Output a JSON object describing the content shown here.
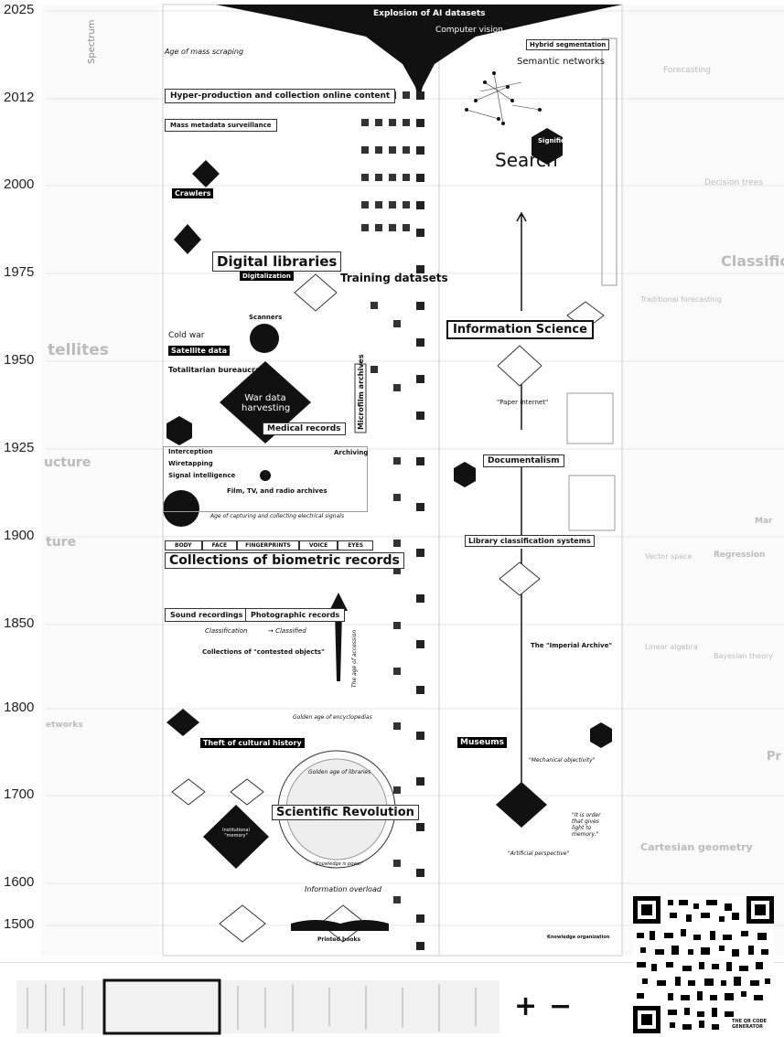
{
  "years": [
    "2025",
    "2012",
    "2000",
    "1975",
    "1950",
    "1925",
    "1900",
    "1850",
    "1800",
    "1700",
    "1600",
    "1500"
  ],
  "top": {
    "title": "Explosion of AI datasets",
    "cv": "Computer vision",
    "mass_scraping": "Age of mass scraping",
    "hybrid": "Hybrid segmentation",
    "semantic": "Semantic networks",
    "search": "Search",
    "signifiers": "Signifiers"
  },
  "boxes": {
    "hyper": "Hyper-production and collection online content",
    "metadata": "Mass metadata surveillance",
    "crawlers": "Crawlers",
    "digital_libraries": "Digital libraries",
    "digitalization": "Digitalization",
    "training": "Training datasets",
    "info_science": "Information Science",
    "scanners": "Scanners",
    "cold_war": "Cold war",
    "satellite": "Satellite data",
    "totalitarian": "Totalitarian bureaucracy",
    "war_data": "War data harvesting",
    "medical": "Medical records",
    "microfilm": "Microfilm archives",
    "interception": "Interception",
    "wiretapping": "Wiretapping",
    "signal": "Signal intelligence",
    "archiving": "Archiving",
    "film": "Film, TV, and radio archives",
    "age_capturing": "Age of capturing and collecting electrical signals",
    "documentalism": "Documentalism",
    "paper_internet": "\"Paper internet\"",
    "biometric": "Collections of biometric records",
    "bio_cats": [
      "BODY",
      "FACE",
      "FINGERPRINTS",
      "VOICE",
      "EYES"
    ],
    "library_class": "Library classification systems",
    "sound": "Sound recordings",
    "photo": "Photographic records",
    "classification": "Classification",
    "classified": "→ Classified",
    "contested": "Collections of \"contested objects\"",
    "age_accession": "The age of accession",
    "imperial": "The \"Imperial Archive\"",
    "theft": "Theft of cultural history",
    "golden_encyc": "Golden age of encyclopedias",
    "museums": "Museums",
    "golden_lib": "Golden age of libraries",
    "sci_rev": "Scientific Revolution",
    "knowledge_power": "\"Knowledge is power\"",
    "info_overload": "Information overload",
    "printed": "Printed books",
    "artificial": "\"Artificial perspective\"",
    "mechanical": "\"Mechanical objectivity\"",
    "memory": "\"It is order that gives light to memory.\"",
    "institutional": "Institutional \"memory\"",
    "knowledge_org": "Knowledge organization"
  },
  "side": {
    "spectrum": "Spectrum",
    "satellites": "tellites",
    "structure": "ucture",
    "ture": "ture",
    "networks": "etworks",
    "forecasting": "Forecasting",
    "decision_trees": "Decision trees",
    "classification_right": "Classificat",
    "traditional": "Traditional forecasting",
    "vector": "Vector space",
    "regression": "Regression",
    "linear": "Linear algebra",
    "bayesian": "Bayesian theory",
    "cartesian": "Cartesian geometry",
    "pr": "Pr",
    "mar": "Mar"
  },
  "controls": {
    "plus": "+",
    "minus": "−"
  },
  "qr_caption": "THE QR CODE GENERATOR"
}
